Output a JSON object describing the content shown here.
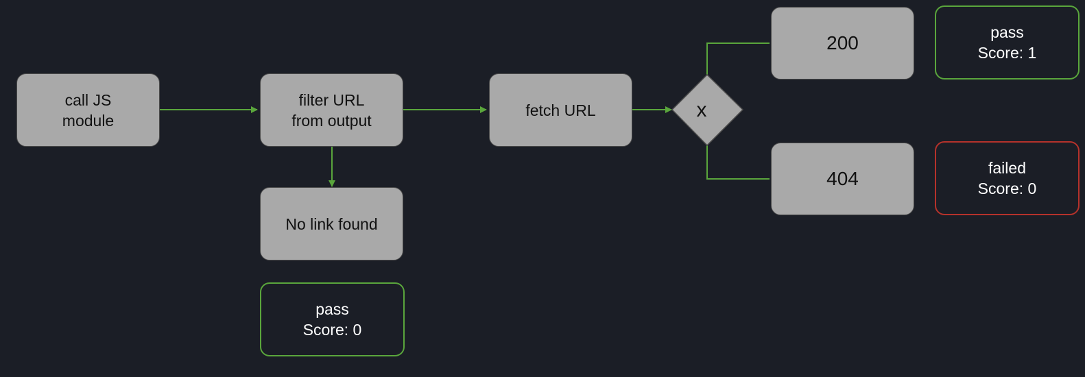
{
  "nodes": {
    "call_js_module": "call JS\nmodule",
    "filter_url": "filter URL\nfrom output",
    "fetch_url": "fetch URL",
    "no_link_found": "No link found",
    "status_200": "200",
    "status_404": "404"
  },
  "gateway": {
    "label": "x"
  },
  "results": {
    "pass_score_1": "pass\nScore: 1",
    "failed_score_0": "failed\nScore: 0",
    "pass_score_0": "pass\nScore: 0"
  },
  "colors": {
    "background": "#1b1e26",
    "node_fill": "#a9a9a9",
    "connector": "#5aa63c",
    "pass_border": "#5aa63c",
    "fail_border": "#b5322b"
  }
}
